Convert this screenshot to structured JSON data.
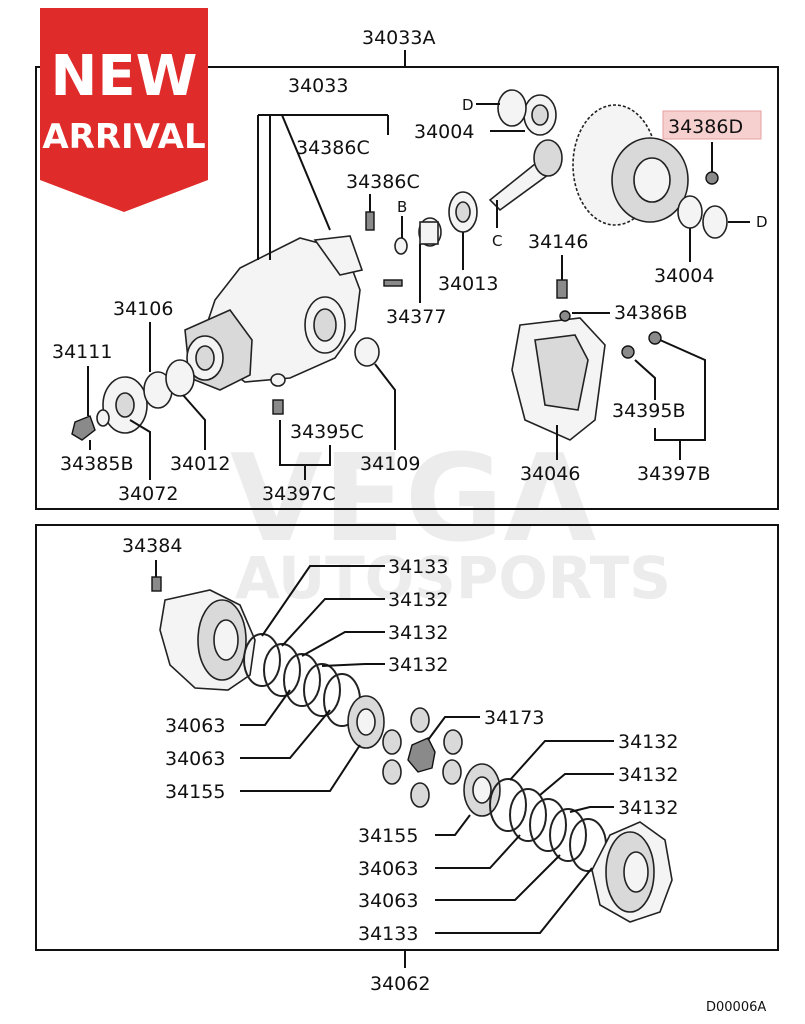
{
  "badge": {
    "line1": "NEW",
    "line2": "ARRIVAL",
    "color": "#e02b2b"
  },
  "watermark": {
    "line1": "VEGA",
    "line2": "AUTOSPORTS"
  },
  "assembly_top": "34033A",
  "assembly_bottom": "34062",
  "drawing_code": "D00006A",
  "highlight_color": "#f6cfcf",
  "top_labels": {
    "p34033": "34033",
    "p34386C_a": "34386C",
    "p34386C_b": "34386C",
    "pB": "B",
    "pD_top": "D",
    "p34004_top": "34004",
    "p34386D": "34386D",
    "pD_right": "D",
    "pC": "C",
    "p34013": "34013",
    "p34377": "34377",
    "p34146": "34146",
    "p34004_right": "34004",
    "p34386B": "34386B",
    "p34106": "34106",
    "p34111": "34111",
    "p34395C": "34395C",
    "p34109": "34109",
    "p34395B": "34395B",
    "p34385B": "34385B",
    "p34012": "34012",
    "p34072": "34072",
    "p34397C": "34397C",
    "p34046": "34046",
    "p34397B": "34397B"
  },
  "bottom_labels": {
    "p34384": "34384",
    "p34133_a": "34133",
    "p34132_a": "34132",
    "p34132_b": "34132",
    "p34132_c": "34132",
    "p34063_a": "34063",
    "p34063_b": "34063",
    "p34155_a": "34155",
    "p34173": "34173",
    "p34132_d": "34132",
    "p34132_e": "34132",
    "p34132_f": "34132",
    "p34155_b": "34155",
    "p34063_c": "34063",
    "p34063_d": "34063",
    "p34133_b": "34133"
  }
}
